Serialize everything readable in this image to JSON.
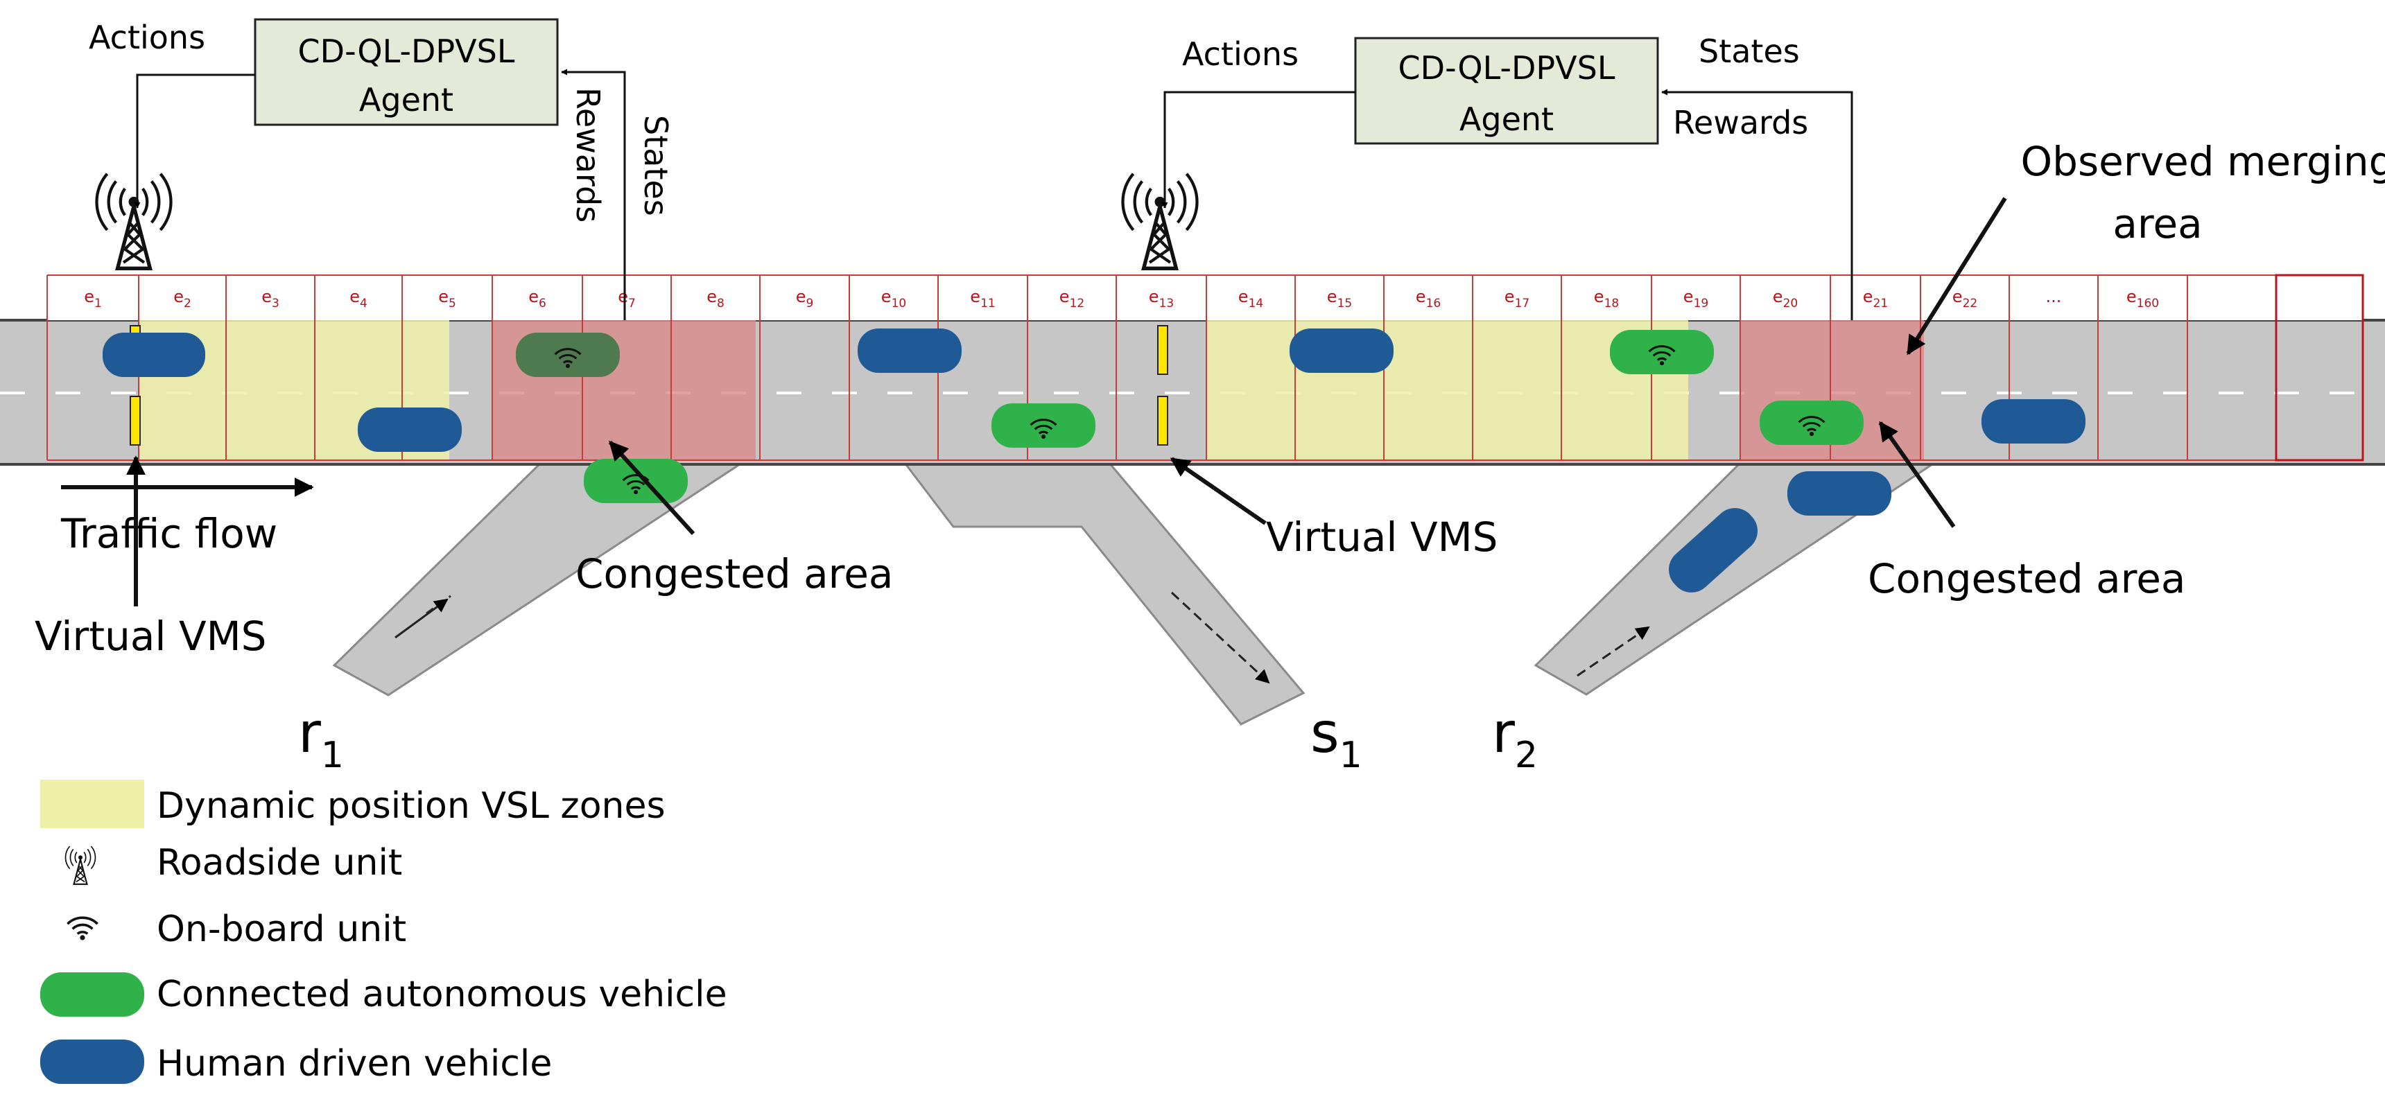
{
  "agents": [
    {
      "label_line1": "CD-QL-DPVSL",
      "label_line2": "Agent",
      "actions_label": "Actions",
      "states_label": "States",
      "rewards_label": "Rewards"
    },
    {
      "label_line1": "CD-QL-DPVSL",
      "label_line2": "Agent",
      "actions_label": "Actions",
      "states_label": "States",
      "rewards_label": "Rewards"
    }
  ],
  "segments": [
    {
      "base": "e",
      "sub": "1"
    },
    {
      "base": "e",
      "sub": "2"
    },
    {
      "base": "e",
      "sub": "3"
    },
    {
      "base": "e",
      "sub": "4"
    },
    {
      "base": "e",
      "sub": "5"
    },
    {
      "base": "e",
      "sub": "6"
    },
    {
      "base": "e",
      "sub": "7"
    },
    {
      "base": "e",
      "sub": "8"
    },
    {
      "base": "e",
      "sub": "9"
    },
    {
      "base": "e",
      "sub": "10"
    },
    {
      "base": "e",
      "sub": "11"
    },
    {
      "base": "e",
      "sub": "12"
    },
    {
      "base": "e",
      "sub": "13"
    },
    {
      "base": "e",
      "sub": "14"
    },
    {
      "base": "e",
      "sub": "15"
    },
    {
      "base": "e",
      "sub": "16"
    },
    {
      "base": "e",
      "sub": "17"
    },
    {
      "base": "e",
      "sub": "18"
    },
    {
      "base": "e",
      "sub": "19"
    },
    {
      "base": "e",
      "sub": "20"
    },
    {
      "base": "e",
      "sub": "21"
    },
    {
      "base": "e",
      "sub": "22"
    },
    {
      "base": "...",
      "sub": ""
    },
    {
      "base": "e",
      "sub": "160"
    },
    {
      "base": "",
      "sub": ""
    }
  ],
  "annotations": {
    "traffic_flow": "Traffic flow",
    "virtual_vms_1": "Virtual VMS",
    "virtual_vms_2": "Virtual VMS",
    "congested_area_1": "Congested area",
    "congested_area_2": "Congested area",
    "observed_merging_line1": "Observed merging",
    "observed_merging_line2": "area"
  },
  "ramps": {
    "r1": {
      "base": "r",
      "sub": "1"
    },
    "s1": {
      "base": "s",
      "sub": "1"
    },
    "r2": {
      "base": "r",
      "sub": "2"
    }
  },
  "legend": [
    {
      "icon": "vsl-zone-swatch",
      "label": "Dynamic position VSL zones"
    },
    {
      "icon": "roadside-unit-icon",
      "label": "Roadside unit"
    },
    {
      "icon": "on-board-unit-icon",
      "label": "On-board unit"
    },
    {
      "icon": "connected-vehicle-icon",
      "label": "Connected autonomous vehicle"
    },
    {
      "icon": "human-vehicle-icon",
      "label": "Human driven vehicle"
    }
  ],
  "colors": {
    "road": "#c6c6c6",
    "vsl_zone": "#eef0a8",
    "congested": "#d98a8a",
    "agent_box": "#e4e9d8",
    "segment_line": "#cc3a3a",
    "connected_vehicle": "#2fb24a",
    "human_vehicle": "#1f5a96",
    "vms": "#ffe500"
  }
}
